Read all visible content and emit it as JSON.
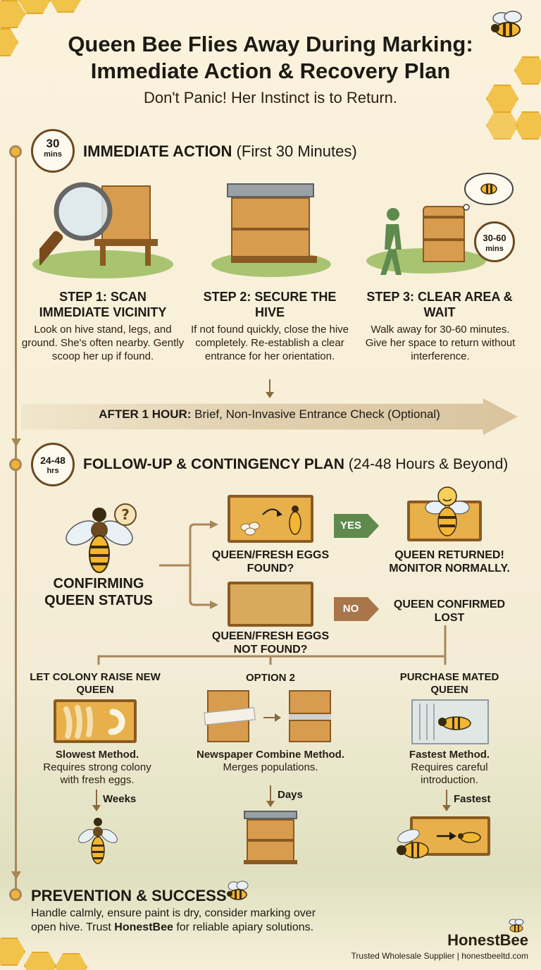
{
  "header": {
    "title": "Queen Bee Flies Away During Marking: Immediate Action & Recovery Plan",
    "subtitle": "Don't Panic! Her Instinct is to Return."
  },
  "immediate": {
    "clock_value": "30",
    "clock_unit": "mins",
    "heading_bold": "IMMEDIATE ACTION",
    "heading_rest": " (First 30 Minutes)",
    "steps": [
      {
        "title": "STEP 1: SCAN IMMEDIATE VICINITY",
        "body": "Look on hive stand, legs, and ground. She's often nearby. Gently scoop her up if found."
      },
      {
        "title": "STEP 2: SECURE THE HIVE",
        "body": "If not found quickly, close the hive completely. Re-establish a clear entrance for her orientation."
      },
      {
        "title": "STEP 3: CLEAR AREA & WAIT",
        "body": "Walk away for 30-60 minutes. Give her space to return without interference."
      }
    ],
    "wait_clock": "30-60",
    "wait_unit": "mins"
  },
  "banner": {
    "bold": "AFTER 1 HOUR:",
    "rest": " Brief, Non-Invasive Entrance Check (Optional)"
  },
  "followup": {
    "clock_value": "24-48",
    "clock_unit": "hrs",
    "heading_bold": "FOLLOW-UP & CONTINGENCY PLAN",
    "heading_rest": " (24-48 Hours & Beyond)",
    "confirming": "CONFIRMING QUEEN STATUS",
    "found_label": "QUEEN/FRESH EGGS FOUND?",
    "not_found_label": "QUEEN/FRESH EGGS NOT FOUND?",
    "yes_tag": "YES",
    "no_tag": "NO",
    "returned": "QUEEN RETURNED! MONITOR NORMALLY.",
    "lost": "QUEEN CONFIRMED LOST"
  },
  "options": [
    {
      "title": "LET COLONY RAISE NEW QUEEN",
      "method": "Slowest Method.",
      "detail": "Requires strong colony with fresh eggs.",
      "time": "Weeks"
    },
    {
      "title": "OPTION 2",
      "method": "Newspaper Combine Method.",
      "detail": "Merges populations.",
      "time": "Days"
    },
    {
      "title": "PURCHASE MATED QUEEN",
      "method": "Fastest Method.",
      "detail": "Requires careful introduction.",
      "time": "Fastest"
    }
  ],
  "prevention": {
    "heading": "PREVENTION & SUCCESS",
    "text_before": "Handle calmly, ensure paint is dry, consider marking over open hive. Trust ",
    "brand_inline": "HonestBee",
    "text_after": " for reliable apiary solutions."
  },
  "brand": {
    "name": "HonestBee",
    "tagline": "Trusted Wholesale Supplier | honestbeeltd.com"
  },
  "colors": {
    "accent": "#efb23a",
    "yes": "#5f8a4e",
    "no": "#a9754a",
    "line": "#a88759"
  }
}
